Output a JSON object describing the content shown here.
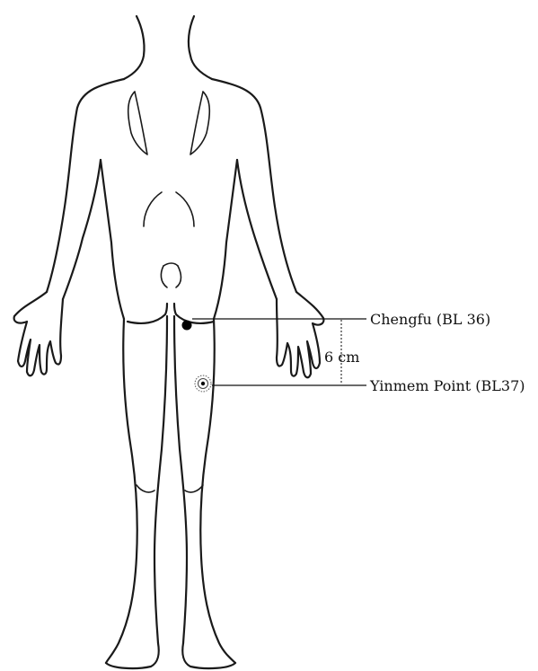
{
  "labels": {
    "chengfu": "Chengfu (BL 36)",
    "yinmen": "Yinmem Point (BL37)",
    "distance": "6 cm"
  },
  "colors": {
    "outline": "#1a1a1a",
    "point": "#000000"
  },
  "icons": {
    "chengfu_point": "filled-dot",
    "yinmen_point": "concentric-target"
  }
}
